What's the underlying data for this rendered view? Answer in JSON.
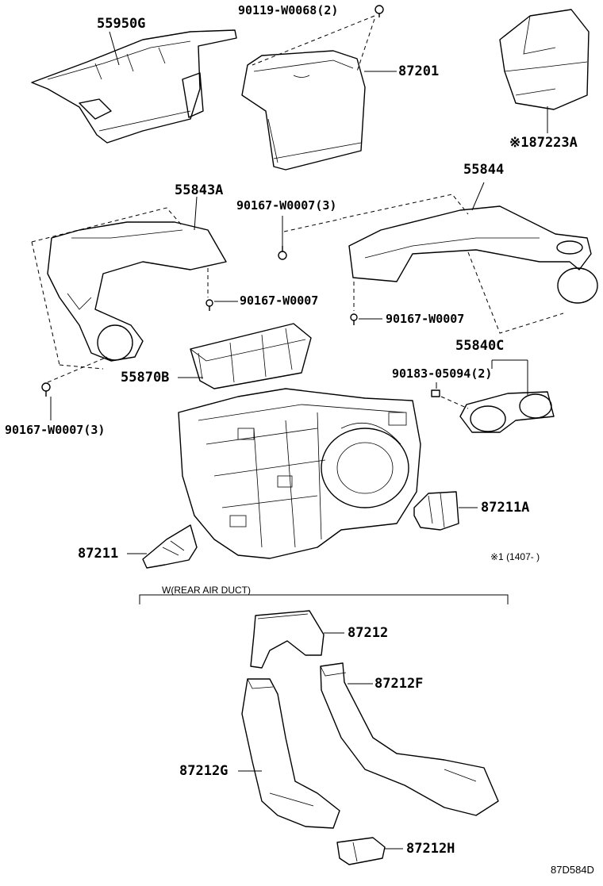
{
  "parts": {
    "p55950G": "55950G",
    "p90119": "90119-W0068(2)",
    "p87201": "87201",
    "p87223A": "※187223A",
    "p55843A": "55843A",
    "p55844": "55844",
    "p90167_3a": "90167-W0007(3)",
    "p90167_a": "90167-W0007",
    "p90167_b": "90167-W0007",
    "p55840C": "55840C",
    "p90183": "90183-05094(2)",
    "p55870B": "55870B",
    "p90167_3b": "90167-W0007(3)",
    "p87211A": "87211A",
    "p87211": "87211",
    "p87212": "87212",
    "p87212F": "87212F",
    "p87212G": "87212G",
    "p87212H": "87212H"
  },
  "notes": {
    "footnote": "※1 (1407-      )",
    "group_label": "W(REAR AIR DUCT)",
    "diagram_id": "87D584D"
  }
}
